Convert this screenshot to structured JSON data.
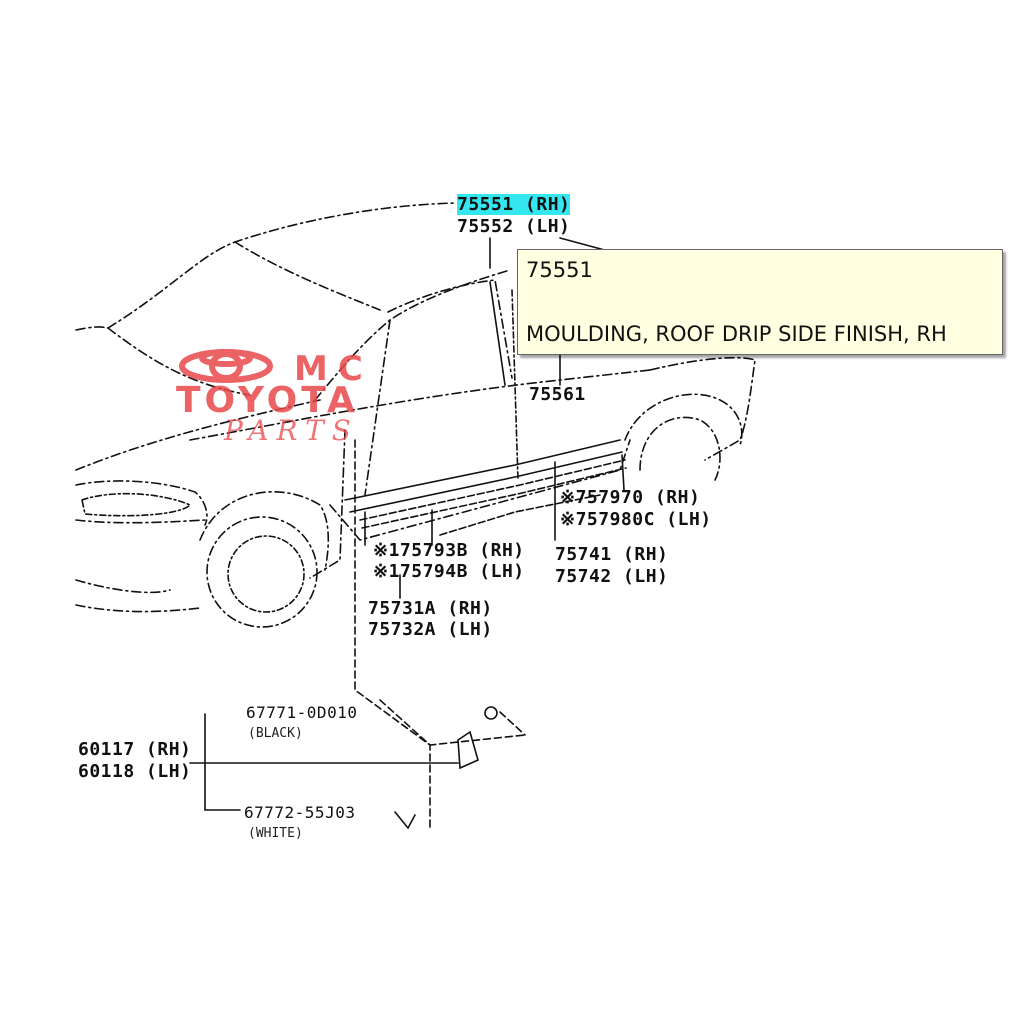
{
  "labels": {
    "p75551": "75551 (RH)",
    "p75552": "75552 (LH)",
    "p75561": "75561",
    "p757970": "※757970 (RH)",
    "p757980": "※757980C (LH)",
    "p75741": "75741 (RH)",
    "p75742": "75742 (LH)",
    "p175793": "※175793B (RH)",
    "p175794": "※175794B (LH)",
    "p75731": "75731A (RH)",
    "p75732": "75732A (LH)",
    "p67771": "67771-0D010",
    "p67771_sub": "(BLACK)",
    "p60117": "60117 (RH)",
    "p60118": "60118 (LH)",
    "p67772": "67772-55J03",
    "p67772_sub": "(WHITE)"
  },
  "tooltip": {
    "part_no": "75551",
    "description": "MOULDING, ROOF DRIP SIDE FINISH, RH"
  },
  "watermark": {
    "line1": "MC",
    "line2": "TOYOTA",
    "line3": "PARTS",
    "color": "#e8484b"
  },
  "colors": {
    "highlight": "#33e6f0",
    "tooltip_bg": "#ffffe1"
  }
}
